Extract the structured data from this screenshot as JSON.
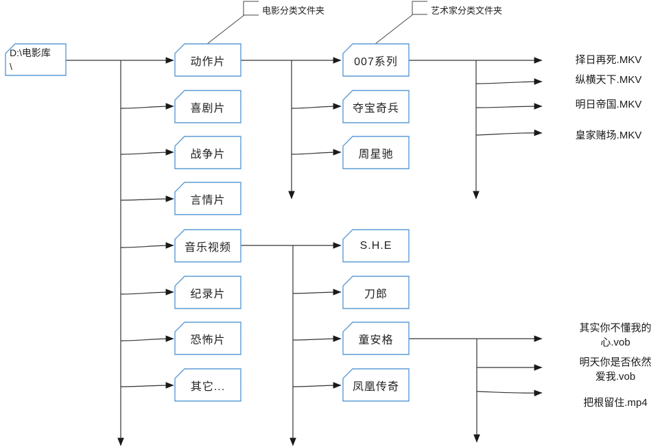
{
  "tree": {
    "root": {
      "line1": "D:\\电影库",
      "line2": "\\"
    },
    "callouts": {
      "movie_category": "电影分类文件夹",
      "artist_category": "艺术家分类文件夹"
    },
    "categories": [
      "动作片",
      "喜剧片",
      "战争片",
      "言情片",
      "音乐视频",
      "纪录片",
      "恐怖片",
      "其它..."
    ],
    "subfolders_top": [
      "007系列",
      "夺宝奇兵",
      "周星驰"
    ],
    "subfolders_bottom": [
      "S.H.E",
      "刀郎",
      "童安格",
      "凤凰传奇"
    ],
    "files_top": [
      "择日再死.MKV",
      "纵横天下.MKV",
      "明日帝国.MKV",
      "皇家赌场.MKV"
    ],
    "files_bottom": [
      "其实你不懂我的心.vob",
      "明天你是否依然爱我.vob",
      "把根留住.mp4"
    ],
    "colors": {
      "box_border": "#5b9bd5",
      "connector": "#333333",
      "text": "#1a1a1a"
    }
  }
}
